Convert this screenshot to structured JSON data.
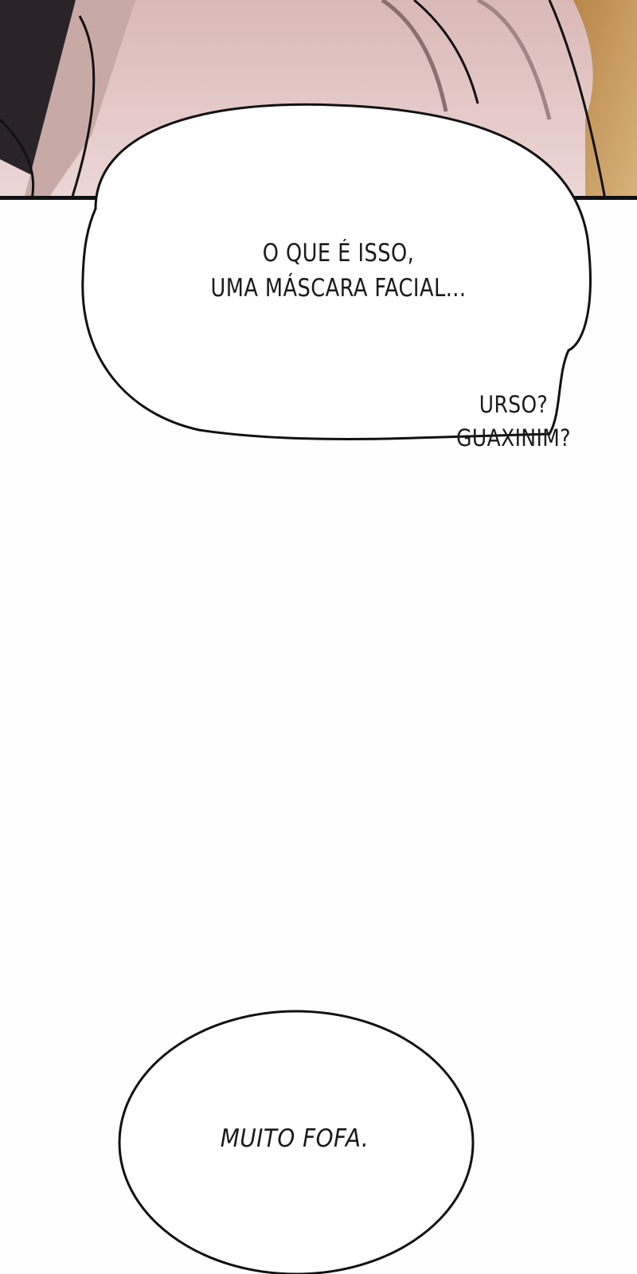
{
  "panel_1": {
    "bubble_line_1": "O QUE É ISSO,",
    "bubble_line_2": "UMA MÁSCARA FACIAL...",
    "side_line_1": "URSO?",
    "side_line_2": "GUAXINIM?"
  },
  "panel_2": {
    "bubble_text": "MUITO FOFA."
  },
  "colors": {
    "skin": "#e8cfce",
    "skin_shadow": "#b79a96",
    "outline": "#111111",
    "hair": "#2a2428",
    "background_gold": "#c9a062",
    "page": "#fefefe"
  }
}
